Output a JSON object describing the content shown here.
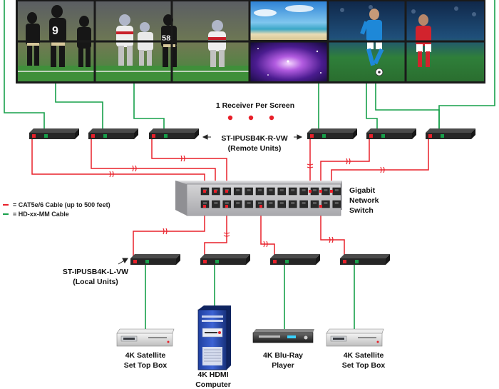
{
  "colors": {
    "cat_cable": "#e8202a",
    "hdmi_cable": "#17a04a",
    "unit_body": "#2d2d2d",
    "switch_body": "#c9c9cb",
    "wall_frame": "#1a1a1a"
  },
  "video_wall": {
    "panels": [
      "football-game-scene",
      "beach-sky-scene",
      "space-nebula-scene",
      "soccer-game-scene"
    ]
  },
  "labels": {
    "receiver_note": "1 Receiver Per Screen",
    "remote_model": "ST-IPUSB4K-R-VW",
    "remote_sub": "(Remote Units)",
    "switch_l1": "Gigabit",
    "switch_l2": "Network",
    "switch_l3": "Switch",
    "local_model": "ST-IPUSB4K-L-VW",
    "local_sub": "(Local Units)"
  },
  "legend": [
    {
      "text": "= CAT5e/6 Cable (up to 500 feet)",
      "color": "#e8202a"
    },
    {
      "text": "= HD-xx-MM Cable",
      "color": "#17a04a"
    }
  ],
  "sources": [
    {
      "line1": "4K Satellite",
      "line2": "Set Top Box",
      "icon": "set-top-box-icon"
    },
    {
      "line1": "4K HDMI",
      "line2": "Computer",
      "icon": "computer-tower-icon"
    },
    {
      "line1": "4K Blu-Ray",
      "line2": "Player",
      "icon": "bluray-player-icon"
    },
    {
      "line1": "4K Satellite",
      "line2": "Set Top Box",
      "icon": "set-top-box-icon"
    }
  ]
}
